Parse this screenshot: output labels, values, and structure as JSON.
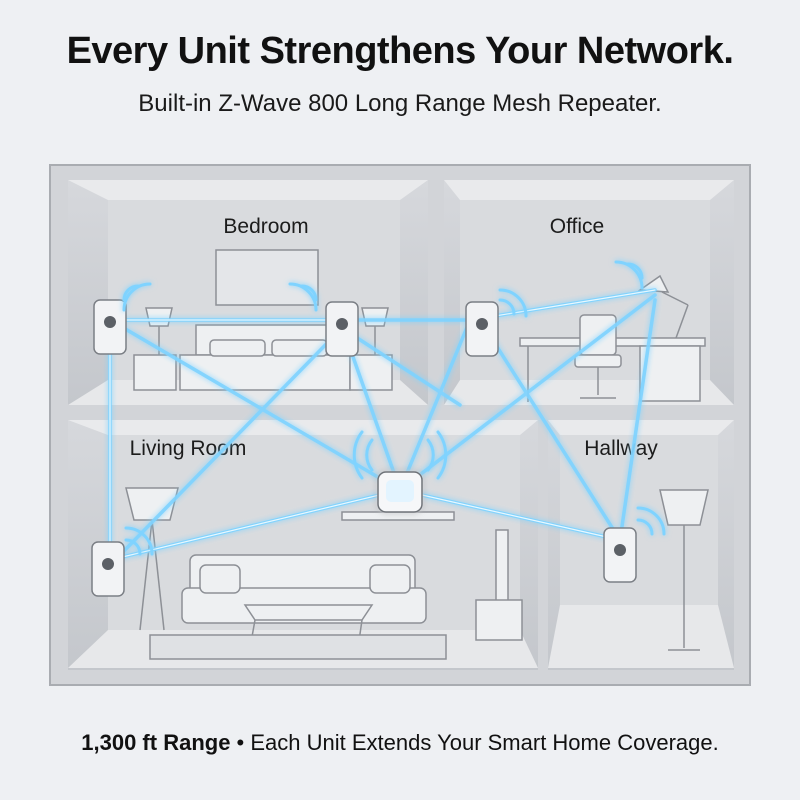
{
  "headline": "Every Unit Strengthens Your Network.",
  "subheadline": "Built-in Z-Wave 800 Long Range Mesh Repeater.",
  "rooms": {
    "bedroom": "Bedroom",
    "office": "Office",
    "living_room": "Living Room",
    "hallway": "Hallway"
  },
  "footer": {
    "range": "1,300 ft Range",
    "separator": " • ",
    "tagline": "Each Unit Extends Your Smart Home Coverage."
  },
  "colors": {
    "beam": "#7fd3ff",
    "beam_core": "#e8f8ff",
    "wall": "#c9ccd1",
    "floor": "#e4e6e9"
  }
}
